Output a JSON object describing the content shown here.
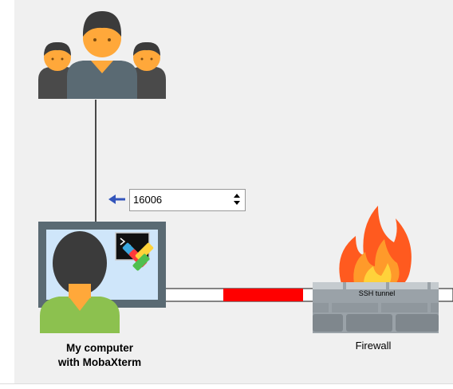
{
  "port": {
    "value": "16006"
  },
  "computer": {
    "line1": "My computer",
    "line2": "with MobaXterm"
  },
  "firewall": {
    "label": "Firewall"
  },
  "tunnel": {
    "label": "SSH tunnel"
  },
  "icons": {
    "users": "users-group-icon",
    "computer": "user-at-monitor-icon",
    "terminal": "terminal-icon",
    "mobaxterm": "mobaxterm-logo-icon",
    "firewall": "firewall-flame-icon",
    "arrow": "left-arrow-icon"
  },
  "colors": {
    "tunnel_red": "#ff0000",
    "flame_outer": "#ff5a1f",
    "skin": "#ffa83a",
    "hair": "#3b3b3b",
    "shirt_gray": "#4a4a4a",
    "shirt_green": "#8cc14f",
    "screen": "#cfe6fa",
    "wall": "#8f979d"
  }
}
